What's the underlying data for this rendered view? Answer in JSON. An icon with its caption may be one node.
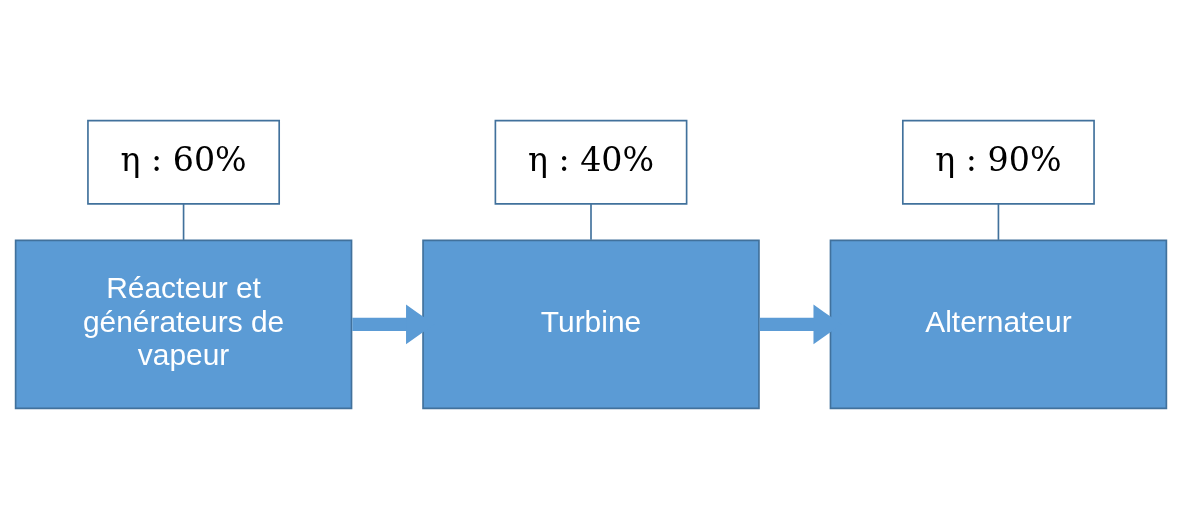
{
  "diagram": {
    "nodes": [
      {
        "text": [
          "η : 60%"
        ]
      },
      {
        "text": [
          "η : 40%"
        ]
      },
      {
        "text": [
          "η : 90%"
        ]
      },
      {
        "text": [
          "Réacteur et générateurs de vapeur"
        ]
      },
      {
        "text": [
          "Turbine"
        ]
      },
      {
        "text": [
          "Alternateur"
        ]
      }
    ],
    "edges": [
      {
        "from": 0,
        "to": 3,
        "arrow": "none"
      },
      {
        "from": 1,
        "to": 4,
        "arrow": "none"
      },
      {
        "from": 2,
        "to": 5,
        "arrow": "none"
      },
      {
        "from": 3,
        "to": 4,
        "arrow": "to",
        "style": "thick"
      },
      {
        "from": 4,
        "to": 5,
        "arrow": "to",
        "style": "thick"
      }
    ]
  }
}
